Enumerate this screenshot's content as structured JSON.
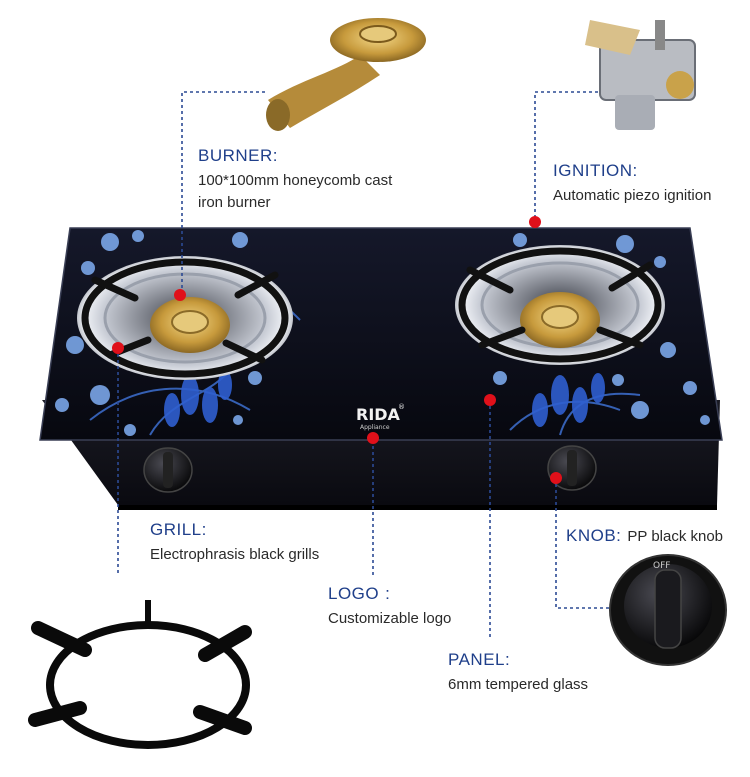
{
  "callouts": {
    "burner": {
      "title": "BURNER:",
      "desc_line1": "100*100mm honeycomb cast",
      "desc_line2": "iron burner"
    },
    "ignition": {
      "title": "IGNITION:",
      "desc": "Automatic piezo ignition"
    },
    "grill": {
      "title": "GRILL:",
      "desc": "Electrophrasis black grills"
    },
    "logo": {
      "title": "LOGO",
      "colon": ":",
      "desc": "Customizable logo"
    },
    "knob": {
      "title": "KNOB:",
      "desc": "PP black knob"
    },
    "panel": {
      "title": "PANEL:",
      "desc": "6mm tempered glass"
    }
  },
  "brand": {
    "logo_text": "RIDA",
    "logo_sub": "Appliance",
    "registered": "®"
  },
  "knob_label": "OFF",
  "colors": {
    "callout_title": "#1f3f8a",
    "leader_line": "#2c4a94",
    "marker_dot": "#e0101a",
    "panel_glass": "#0d0f1c",
    "flower": "#7aa6e8"
  }
}
